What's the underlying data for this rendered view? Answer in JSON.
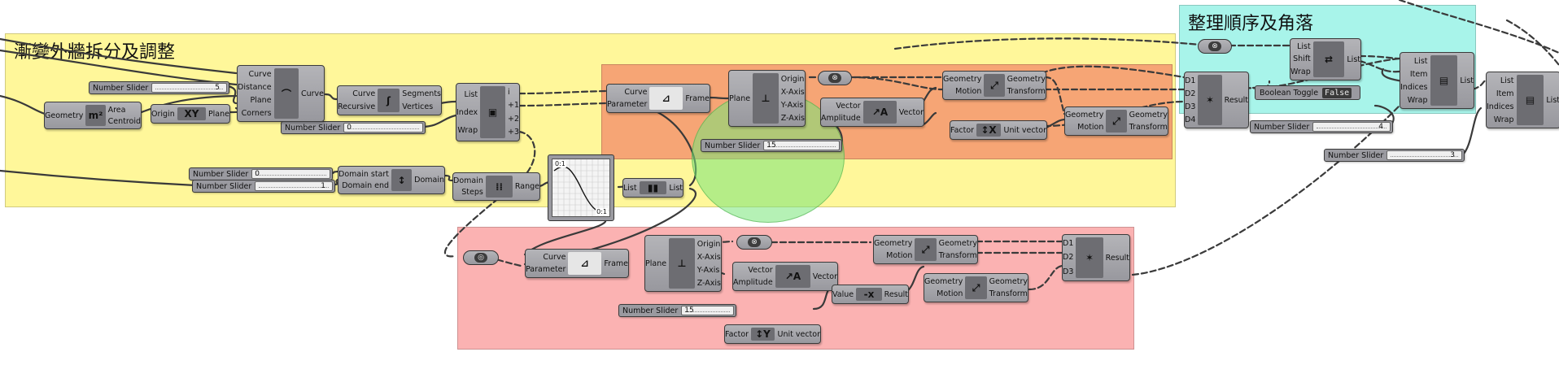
{
  "groups": {
    "yellow": {
      "title": "漸變外牆拆分及調整",
      "color": "#fff79a"
    },
    "cyan": {
      "title": "整理順序及角落",
      "color": "#a8f4ea"
    },
    "orange": {
      "title": "",
      "color": "#f7a87e"
    },
    "red": {
      "title": "",
      "color": "#fbb2b2"
    }
  },
  "sliders": {
    "s1": {
      "label": "Number Slider",
      "value": "5"
    },
    "s2": {
      "label": "Number Slider",
      "value": "0"
    },
    "s3": {
      "label": "Number Slider",
      "value": "0"
    },
    "s4": {
      "label": "Number Slider",
      "value": "1"
    },
    "s5": {
      "label": "Number Slider",
      "value": "15"
    },
    "s6": {
      "label": "Number Slider",
      "value": "15"
    },
    "s7": {
      "label": "Number Slider",
      "value": "4"
    },
    "s8": {
      "label": "Number Slider",
      "value": "3"
    }
  },
  "toggle": {
    "label": "Boolean Toggle",
    "value": "False"
  },
  "graph": {
    "top_label": "0:1",
    "bottom_label": "0:1"
  },
  "nodes": {
    "area": {
      "inputs": [
        "Geometry"
      ],
      "outputs": [
        "Area",
        "Centroid"
      ],
      "icon": "m²"
    },
    "plane1": {
      "inputs": [
        "Origin"
      ],
      "outputs": [
        "Plane"
      ],
      "icon": "XY"
    },
    "divide": {
      "inputs": [
        "Curve",
        "Distance",
        "Plane",
        "Corners"
      ],
      "outputs": [
        "Curve"
      ],
      "icon": "⌒"
    },
    "explode": {
      "inputs": [
        "Curve",
        "Recursive"
      ],
      "outputs": [
        "Segments",
        "Vertices"
      ],
      "icon": "ʃ"
    },
    "listitem1": {
      "inputs": [
        "List",
        "Index",
        "Wrap"
      ],
      "outputs": [
        "i",
        "+1",
        "+2",
        "+3"
      ],
      "icon": "▣"
    },
    "domain": {
      "inputs": [
        "Domain start",
        "Domain end"
      ],
      "outputs": [
        "Domain"
      ],
      "icon": "↕"
    },
    "range": {
      "inputs": [
        "Domain",
        "Steps"
      ],
      "outputs": [
        "Range"
      ],
      "icon": "⁞⁞"
    },
    "listviewer": {
      "inputs": [
        "List"
      ],
      "outputs": [
        "List"
      ],
      "icon": "▮▮"
    },
    "frame1": {
      "inputs": [
        "Curve",
        "Parameter"
      ],
      "outputs": [
        "Frame"
      ],
      "icon": "⊿"
    },
    "decon1": {
      "inputs": [
        "Plane"
      ],
      "outputs": [
        "Origin",
        "X-Axis",
        "Y-Axis",
        "Z-Axis"
      ],
      "icon": "⊥"
    },
    "vector1": {
      "inputs": [
        "Vector",
        "Amplitude"
      ],
      "outputs": [
        "Vector"
      ],
      "icon": "↗A"
    },
    "move1": {
      "inputs": [
        "Geometry",
        "Motion"
      ],
      "outputs": [
        "Geometry",
        "Transform"
      ],
      "icon": "⤢"
    },
    "unitvec1": {
      "inputs": [
        "Factor"
      ],
      "outputs": [
        "Unit vector"
      ],
      "icon": "↕X"
    },
    "move2": {
      "inputs": [
        "Geometry",
        "Motion"
      ],
      "outputs": [
        "Geometry",
        "Transform"
      ],
      "icon": "⤢"
    },
    "merge1": {
      "inputs": [
        "D1",
        "D2",
        "D3",
        "D4"
      ],
      "outputs": [
        "Result"
      ],
      "icon": "✶"
    },
    "shift": {
      "inputs": [
        "List",
        "Shift",
        "Wrap"
      ],
      "outputs": [
        "List"
      ],
      "icon": "⇄"
    },
    "listitem2": {
      "inputs": [
        "List",
        "Item",
        "Indices",
        "Wrap"
      ],
      "outputs": [
        "List"
      ],
      "icon": "▤"
    },
    "listitem3": {
      "inputs": [
        "List",
        "Item",
        "Indices",
        "Wrap"
      ],
      "outputs": [
        "List"
      ],
      "icon": "▤"
    },
    "frame2": {
      "inputs": [
        "Curve",
        "Parameter"
      ],
      "outputs": [
        "Frame"
      ],
      "icon": "⊿"
    },
    "decon2": {
      "inputs": [
        "Plane"
      ],
      "outputs": [
        "Origin",
        "X-Axis",
        "Y-Axis",
        "Z-Axis"
      ],
      "icon": "⊥"
    },
    "vector2": {
      "inputs": [
        "Vector",
        "Amplitude"
      ],
      "outputs": [
        "Vector"
      ],
      "icon": "↗A"
    },
    "negate": {
      "inputs": [
        "Value"
      ],
      "outputs": [
        "Result"
      ],
      "icon": "-x"
    },
    "move3": {
      "inputs": [
        "Geometry",
        "Motion"
      ],
      "outputs": [
        "Geometry",
        "Transform"
      ],
      "icon": "⤢"
    },
    "move4": {
      "inputs": [
        "Geometry",
        "Motion"
      ],
      "outputs": [
        "Geometry",
        "Transform"
      ],
      "icon": "⤢"
    },
    "unitvec2": {
      "inputs": [
        "Factor"
      ],
      "outputs": [
        "Unit vector"
      ],
      "icon": "↕Y"
    },
    "merge2": {
      "inputs": [
        "D1",
        "D2",
        "D3"
      ],
      "outputs": [
        "Result"
      ],
      "icon": "✶"
    }
  },
  "pills": {
    "cull1": {
      "icon": "⊗"
    },
    "cull2": {
      "icon": "⊗"
    },
    "cull3": {
      "icon": "⊗"
    },
    "relay": {
      "icon": "◎"
    }
  }
}
